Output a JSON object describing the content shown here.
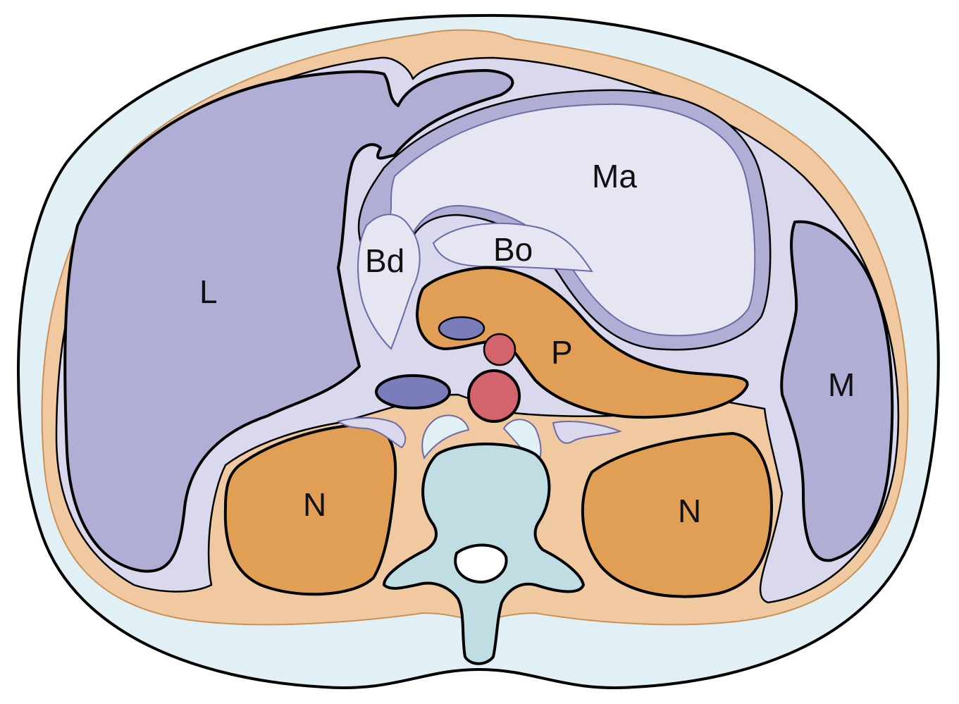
{
  "labels": {
    "liver": "L",
    "stomach": "Ma",
    "duodenal_bulb": "Bd",
    "omental_bursa": "Bo",
    "pancreas": "P",
    "spleen": "M",
    "kidney_left": "N",
    "kidney_right": "N"
  },
  "colors": {
    "skin": "#e1f0f4",
    "fat": "#f1c9a0",
    "peritoneum": "#d9d8ec",
    "organ_violet": "#b0aed5",
    "stomach": "#e6e5f2",
    "organ_orange": "#e19f55",
    "vein": "#7b7dba",
    "artery": "#d3646d",
    "bone": "#bfdde3"
  }
}
